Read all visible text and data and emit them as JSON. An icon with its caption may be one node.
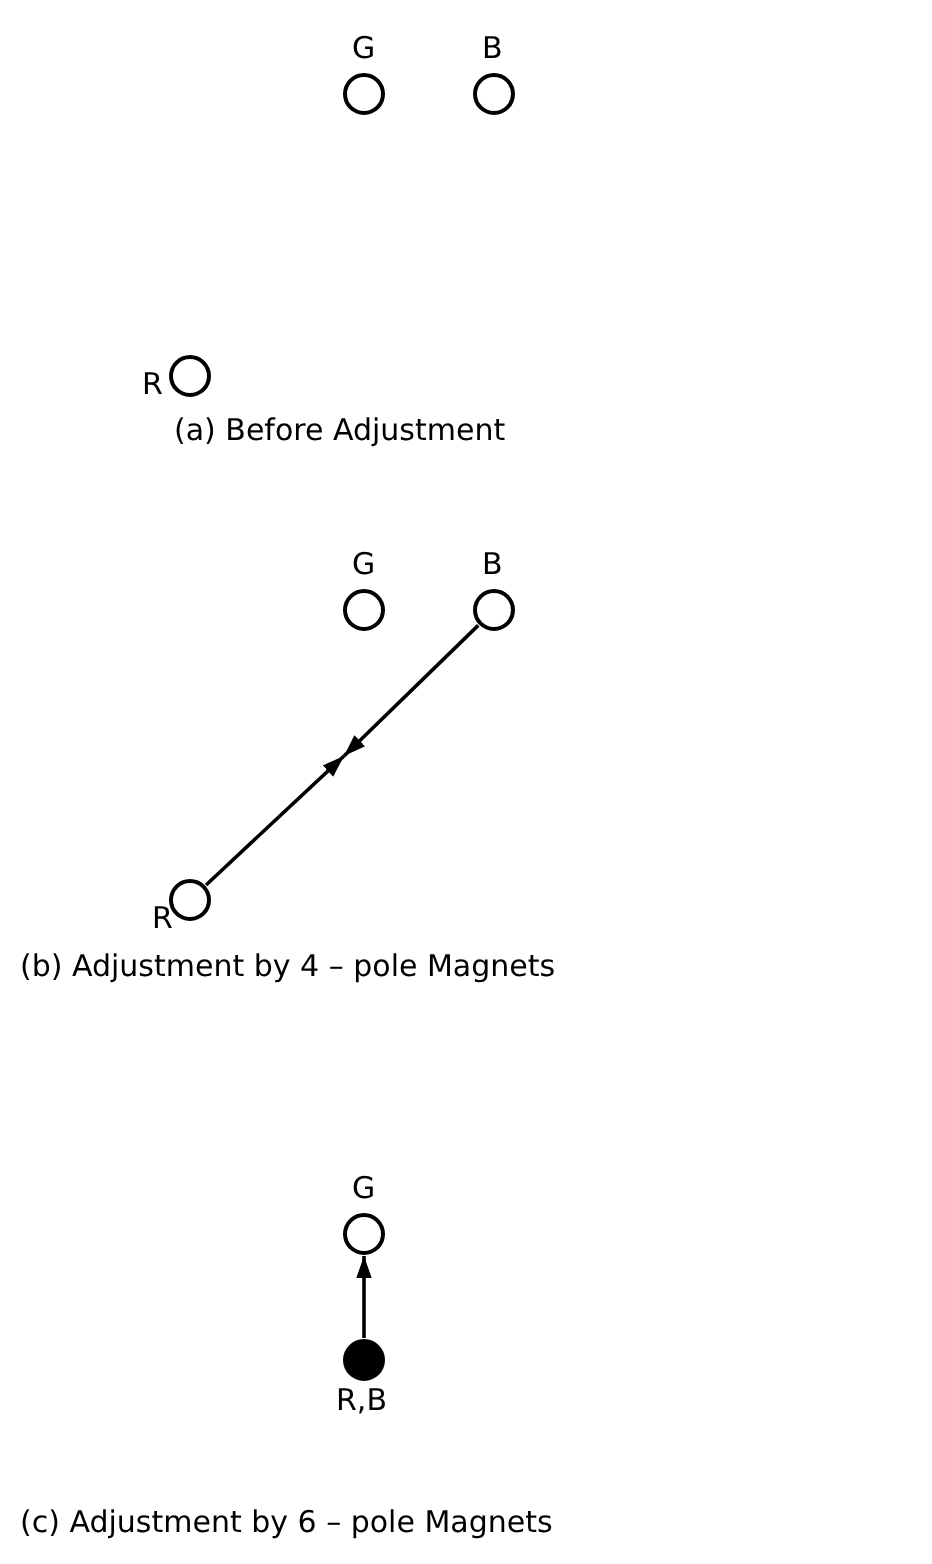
{
  "diagram": {
    "nodes": [
      {
        "text": [],
        "shape": "circle",
        "beside": [
          "G"
        ]
      },
      {
        "text": [],
        "shape": "circle",
        "beside": [
          "B"
        ]
      },
      {
        "text": [],
        "shape": "circle",
        "beside": [
          "R"
        ]
      },
      {
        "text": [],
        "shape": "circle",
        "beside": [
          "G"
        ]
      },
      {
        "text": [],
        "shape": "circle",
        "beside": [
          "B"
        ]
      },
      {
        "text": [],
        "shape": "circle",
        "beside": [
          "R"
        ]
      },
      {
        "text": [],
        "shape": "circle",
        "beside": [
          "G"
        ]
      },
      {
        "text": [],
        "shape": "dot",
        "beside": [
          "R,B"
        ]
      }
    ],
    "edges": [
      {
        "from": 5,
        "to": null,
        "arrow": "to"
      },
      {
        "from": 4,
        "to": null,
        "arrow": "to"
      },
      {
        "from": 7,
        "to": 6,
        "arrow": "to"
      }
    ],
    "labels": [
      "(a)  Before Adjustment",
      "(b)  Adjustment by 4 – pole Magnets",
      "(c)  Adjustment by 6 – pole Magnets"
    ]
  }
}
